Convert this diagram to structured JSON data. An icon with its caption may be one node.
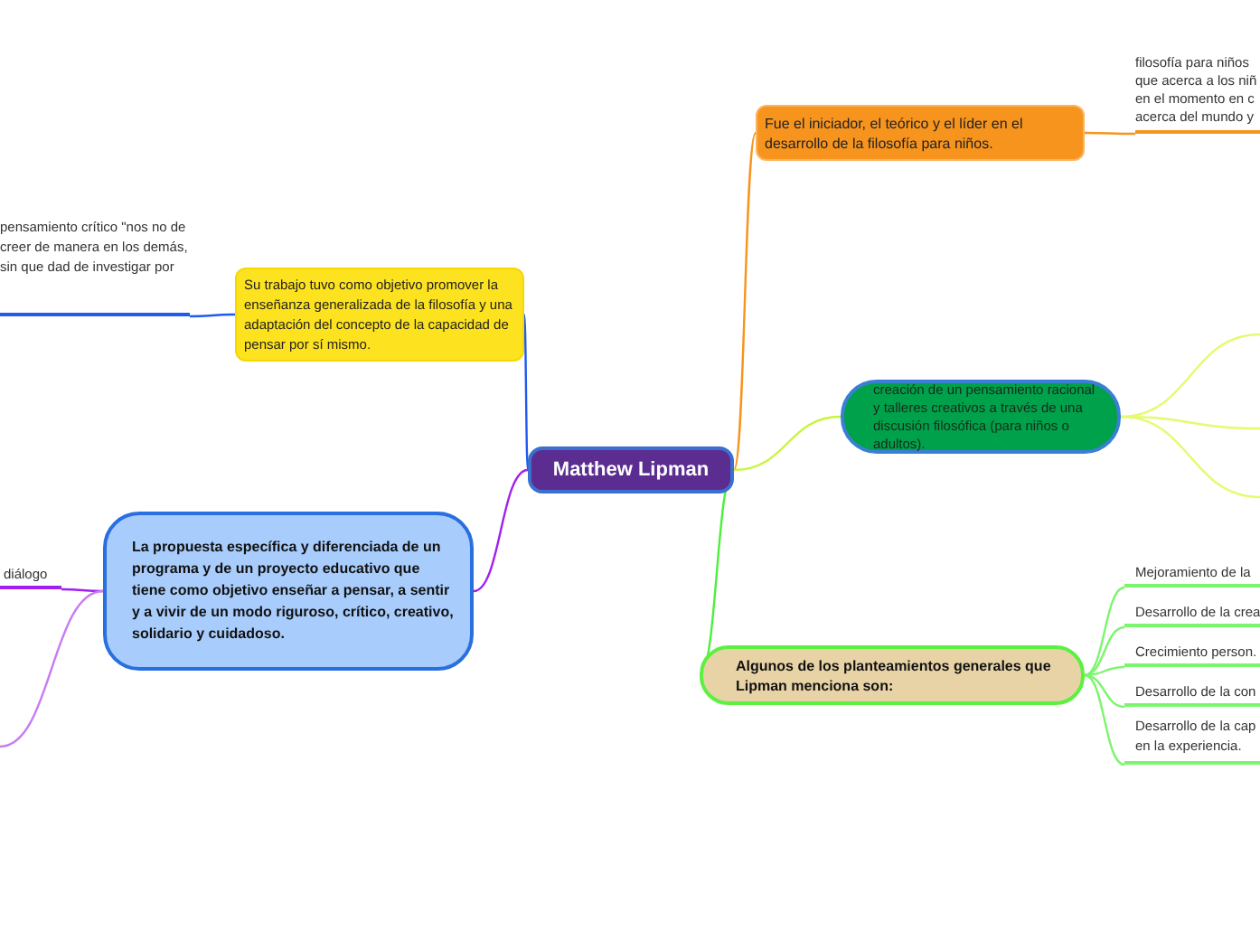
{
  "diagram": {
    "nodes": [
      {
        "text": [
          "Matthew Lipman"
        ]
      },
      {
        "text": [
          "Fue el iniciador, el teórico y el líder en el desarrollo de la filosofía para niños."
        ]
      },
      {
        "text": [
          "filosofía para niños que acerca a los niñ en el momento en c acerca del mundo y"
        ]
      },
      {
        "text": [
          "Su trabajo tuvo como objetivo promover la enseñanza generalizada de la filosofía y una adaptación del concepto de la capacidad de pensar por sí mismo."
        ]
      },
      {
        "text": [
          "pensamiento crítico \"nos no de creer de manera en los demás, sin que dad de investigar por"
        ]
      },
      {
        "text": [
          "creación de un pensamiento racional y talleres creativos a través de una discusión filosófica (para niños o adultos)."
        ]
      },
      {
        "text": [
          "La propuesta específica y diferenciada de un programa y de un proyecto educativo que tiene como objetivo enseñar a pensar, a sentir y a vivir de un modo riguroso, crítico, creativo, solidario y cuidadoso."
        ]
      },
      {
        "text": [
          "diálogo"
        ]
      },
      {
        "text": [
          "Algunos de los planteamientos generales que Lipman menciona son:"
        ]
      },
      {
        "text": [
          "Mejoramiento de la"
        ]
      },
      {
        "text": [
          "Desarrollo de la crea"
        ]
      },
      {
        "text": [
          "Crecimiento person."
        ]
      },
      {
        "text": [
          "Desarrollo de la con"
        ]
      },
      {
        "text": [
          "Desarrollo de la cap en la experiencia."
        ]
      }
    ],
    "edges": [
      {
        "from": 0,
        "to": 1,
        "arrow": "none",
        "color": "#f7941d"
      },
      {
        "from": 1,
        "to": 2,
        "arrow": "none",
        "color": "#f7941d"
      },
      {
        "from": 0,
        "to": 3,
        "arrow": "none",
        "color": "#1f5bf0"
      },
      {
        "from": 3,
        "to": 4,
        "arrow": "none",
        "color": "#1f5bf0"
      },
      {
        "from": 0,
        "to": 5,
        "arrow": "none",
        "color": "#c8f53c"
      },
      {
        "from": 5,
        "to": null,
        "arrow": "none",
        "color": "#e6fa6e"
      },
      {
        "from": 5,
        "to": null,
        "arrow": "none",
        "color": "#e6fa6e"
      },
      {
        "from": 5,
        "to": null,
        "arrow": "none",
        "color": "#e6fa6e"
      },
      {
        "from": 0,
        "to": 6,
        "arrow": "none",
        "color": "#a020f0"
      },
      {
        "from": 6,
        "to": 7,
        "arrow": "none",
        "color": "#a020f0"
      },
      {
        "from": 6,
        "to": null,
        "arrow": "none",
        "color": "#c77cf5"
      },
      {
        "from": 0,
        "to": 8,
        "arrow": "none",
        "color": "#4cf03c"
      },
      {
        "from": 8,
        "to": 9,
        "arrow": "none",
        "color": "#7cf56e"
      },
      {
        "from": 8,
        "to": 10,
        "arrow": "none",
        "color": "#7cf56e"
      },
      {
        "from": 8,
        "to": 11,
        "arrow": "none",
        "color": "#7cf56e"
      },
      {
        "from": 8,
        "to": 12,
        "arrow": "none",
        "color": "#7cf56e"
      },
      {
        "from": 8,
        "to": 13,
        "arrow": "none",
        "color": "#7cf56e"
      }
    ]
  }
}
